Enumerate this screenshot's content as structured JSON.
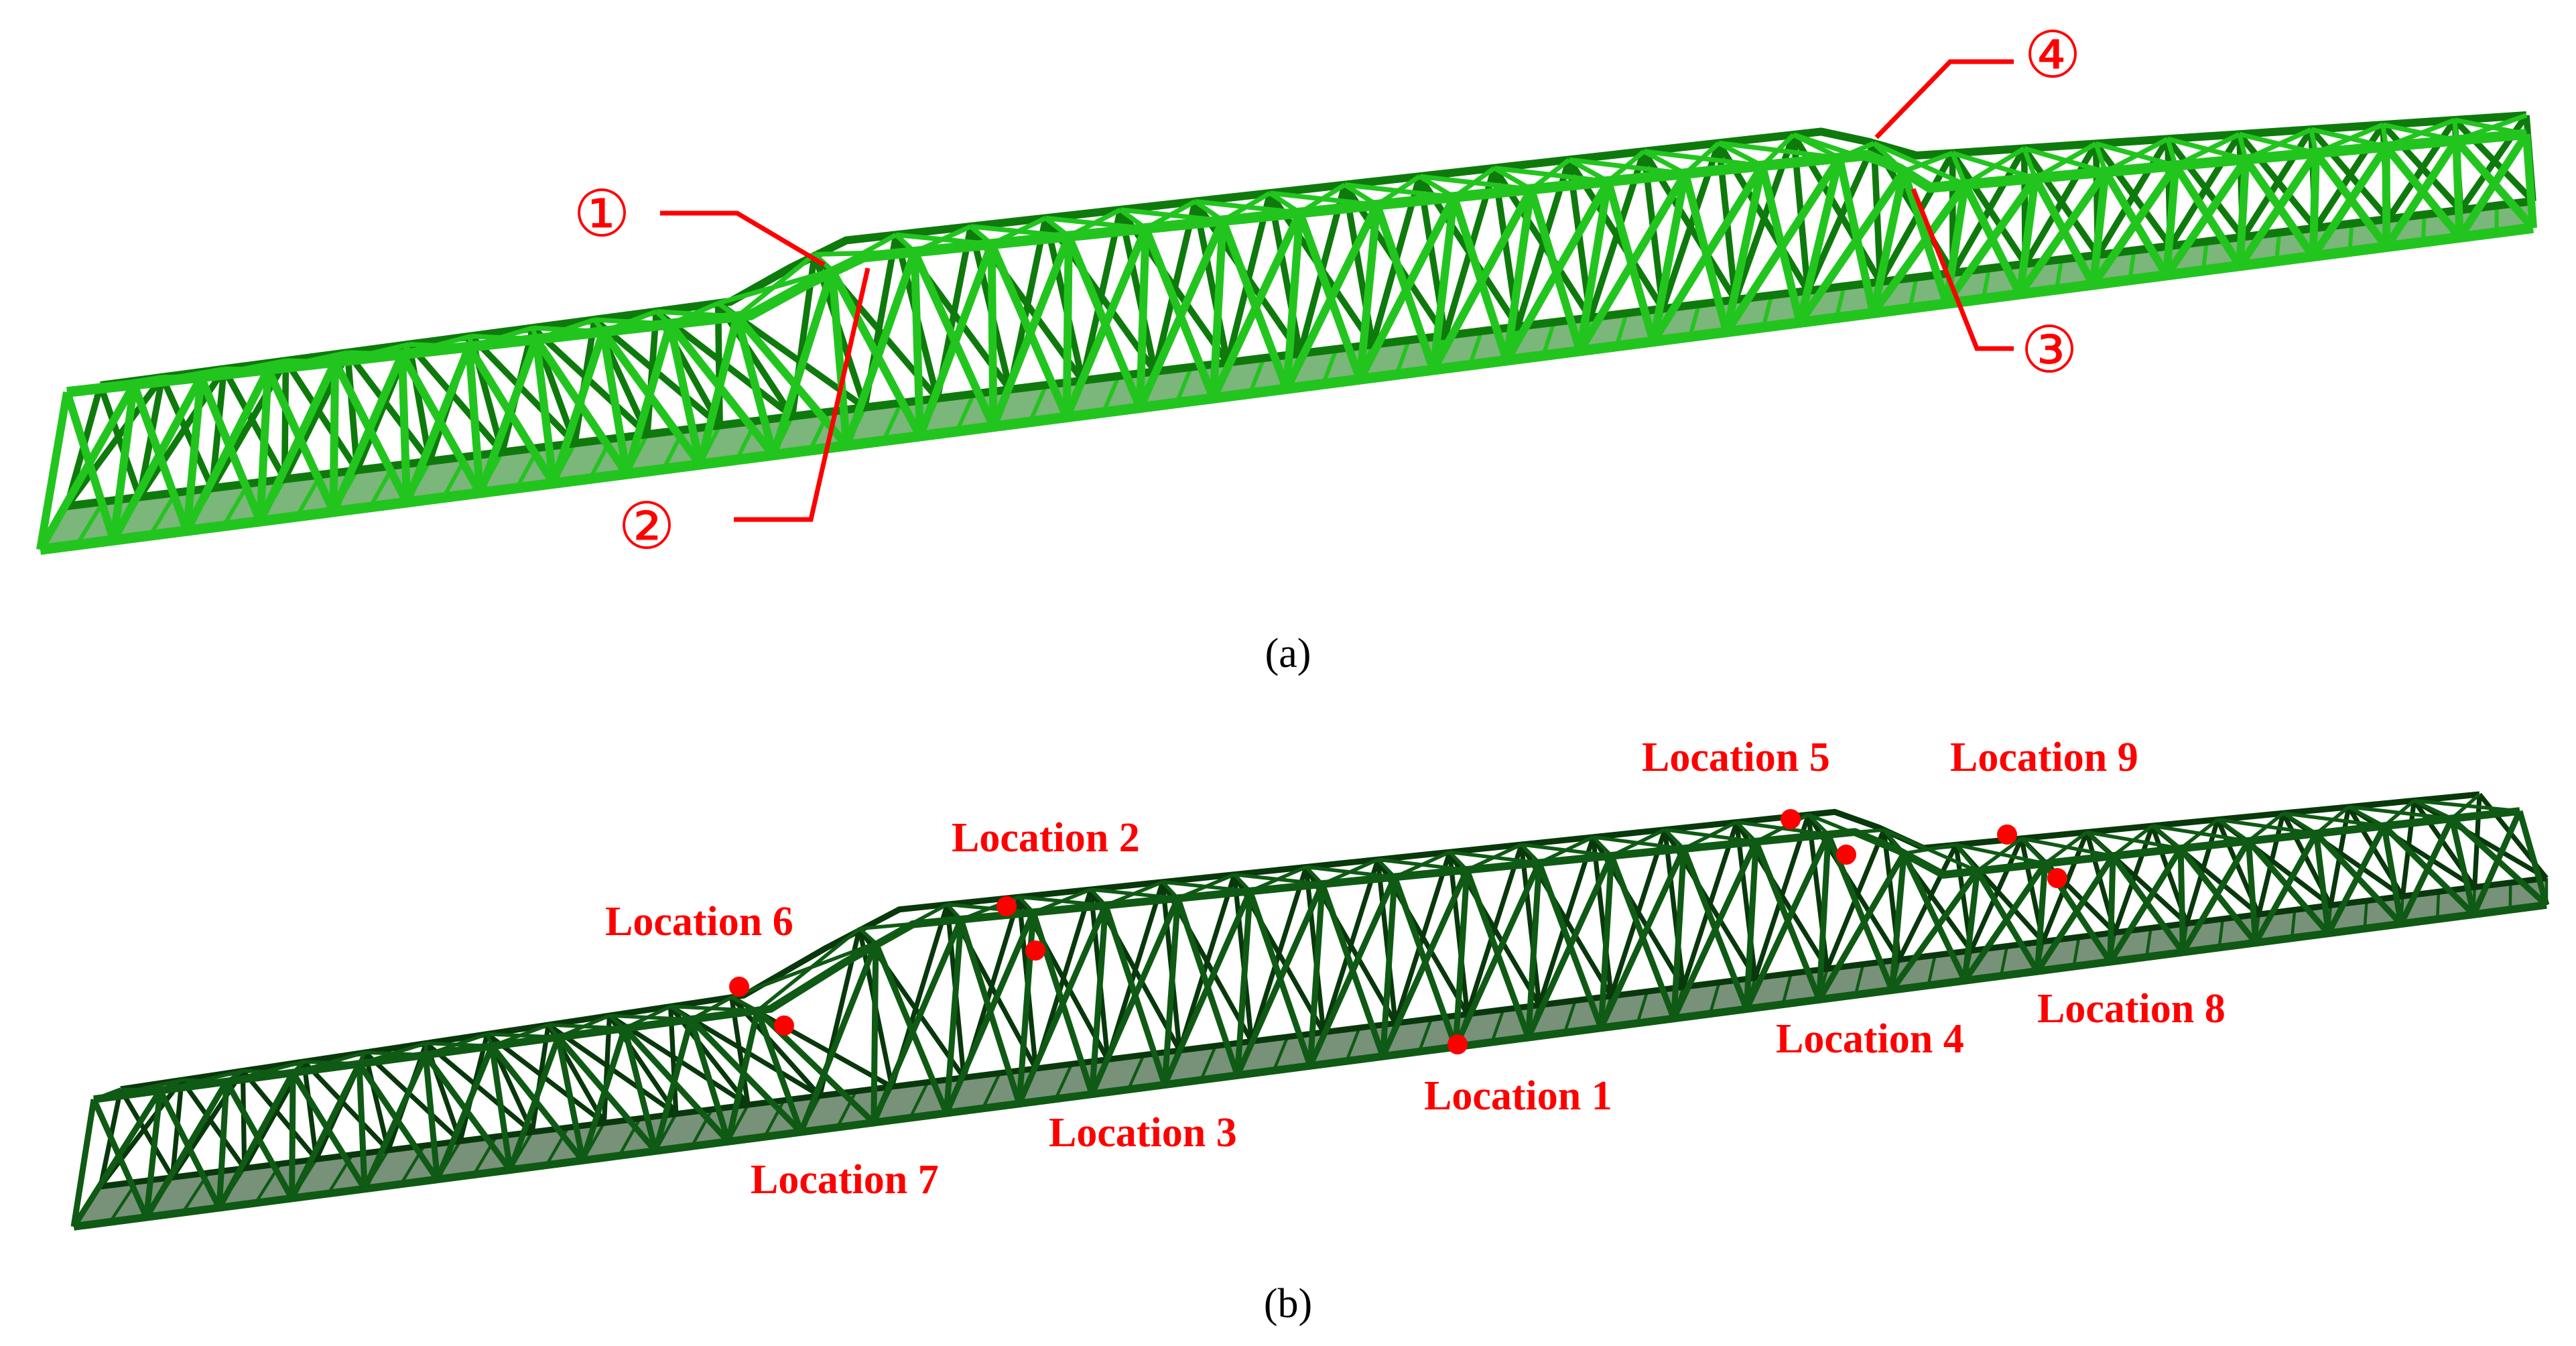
{
  "panel_a": {
    "caption": "(a)",
    "structure_color": "#22c51e",
    "structure_dark": "#0e7a0c",
    "callout_color": "#ff0000",
    "markers": [
      {
        "id": "m1",
        "symbol": "①"
      },
      {
        "id": "m2",
        "symbol": "②"
      },
      {
        "id": "m3",
        "symbol": "③"
      },
      {
        "id": "m4",
        "symbol": "④"
      }
    ]
  },
  "panel_b": {
    "caption": "(b)",
    "structure_color": "#0f5a14",
    "structure_dark": "#08380b",
    "point_color": "#ff0000",
    "locations": [
      {
        "id": "loc1",
        "label": "Location 1"
      },
      {
        "id": "loc2",
        "label": "Location 2"
      },
      {
        "id": "loc3",
        "label": "Location 3"
      },
      {
        "id": "loc4",
        "label": "Location 4"
      },
      {
        "id": "loc5",
        "label": "Location 5"
      },
      {
        "id": "loc6",
        "label": "Location 6"
      },
      {
        "id": "loc7",
        "label": "Location 7"
      },
      {
        "id": "loc8",
        "label": "Location 8"
      },
      {
        "id": "loc9",
        "label": "Location 9"
      }
    ]
  }
}
